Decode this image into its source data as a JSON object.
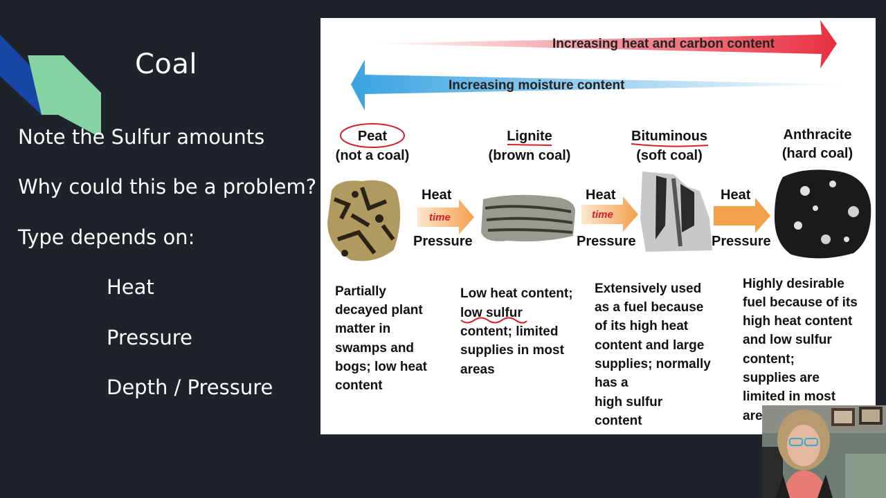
{
  "slide": {
    "title": "Coal",
    "bullets": [
      "Note the Sulfur amounts",
      "Why could this be a problem?",
      "Type depends on:"
    ],
    "sub_bullets": [
      "Heat",
      "Pressure",
      "Depth / Pressure"
    ]
  },
  "diagram": {
    "heat_arrow_label": "Increasing heat and carbon content",
    "moisture_arrow_label": "Increasing moisture content",
    "stages": [
      {
        "name": "Peat",
        "subtitle": "(not a coal)",
        "description": [
          "Partially",
          "decayed plant",
          "matter in",
          "swamps and",
          "bogs; low heat",
          "content"
        ]
      },
      {
        "name": "Lignite",
        "subtitle": "(brown coal)",
        "description": [
          "Low heat content;",
          "low sulfur",
          "content; limited",
          "supplies in most",
          "areas"
        ]
      },
      {
        "name": "Bituminous",
        "subtitle": "(soft coal)",
        "description": [
          "Extensively used",
          "as a fuel because",
          "of its high heat",
          "content and large",
          "supplies; normally",
          "has a",
          "high sulfur",
          "content"
        ]
      },
      {
        "name": "Anthracite",
        "subtitle": "(hard coal)",
        "description": [
          "Highly desirable",
          "fuel because of its",
          "high heat content",
          "and low sulfur",
          "content;",
          "supplies are",
          "limited in most",
          "are"
        ]
      }
    ],
    "transitions": [
      {
        "top": "Heat",
        "bottom": "Pressure",
        "handwritten": "time"
      },
      {
        "top": "Heat",
        "bottom": "Pressure",
        "handwritten": "time"
      },
      {
        "top": "Heat",
        "bottom": "Pressure",
        "handwritten": ""
      }
    ]
  },
  "colors": {
    "background": "#1d222b",
    "accent_blue": "#1747a6",
    "accent_green": "#86d4a4",
    "heat_arrow": "#e8303f",
    "moisture_arrow": "#3aa3e0",
    "annotation_red": "#d81d2a",
    "transition_arrow": "#f3a04d"
  }
}
